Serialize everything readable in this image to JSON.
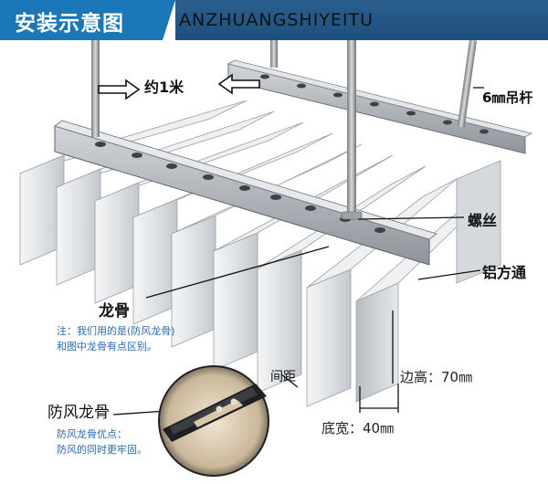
{
  "banner": {
    "title": "安装示意图",
    "subtitle": "ANZHUANGSHIYEITU"
  },
  "labels": {
    "spacing_1m": "约1米",
    "hanger_rod": "6㎜吊杆",
    "screw": "螺丝",
    "aluminum_tube": "铝方通",
    "keel": "龙骨",
    "gap": "间距",
    "edge_height": "边高：70㎜",
    "bottom_width": "底宽：40㎜",
    "windproof_keel": "防风龙骨"
  },
  "notes": {
    "note_line1": "注：我们用的是(防风龙骨)",
    "note_line2": "和图中龙骨有点区别。",
    "adv_line1": "防风龙骨优点：",
    "adv_line2": "防风的同时更牢固。"
  },
  "colors": {
    "banner_blue": "#1b77b8",
    "banner_dark": "#2a5f8f",
    "note_blue": "#2a6bb0"
  }
}
